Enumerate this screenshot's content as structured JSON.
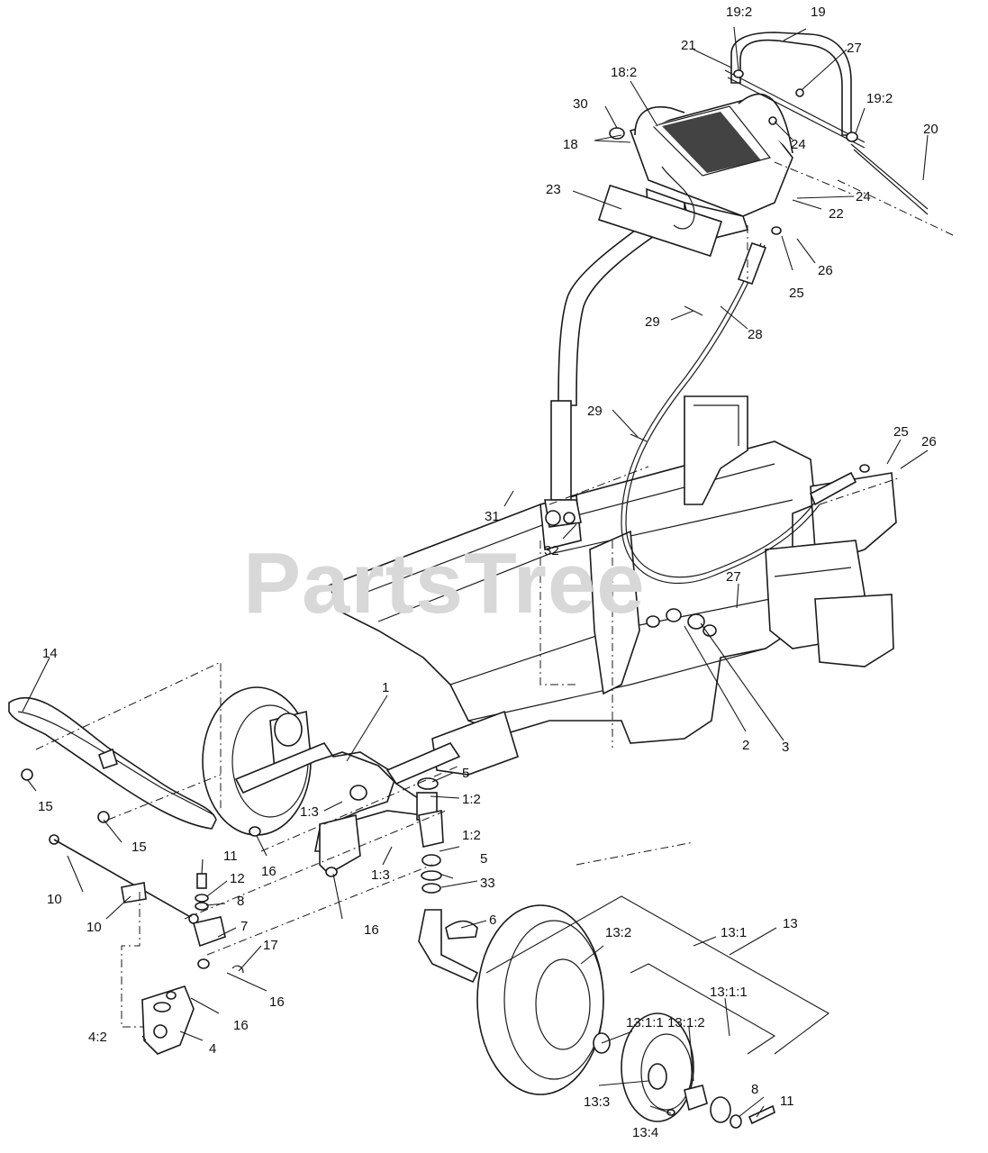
{
  "watermark": "PartsTree",
  "callouts": [
    {
      "id": "c1",
      "label": "1"
    },
    {
      "id": "c1-2a",
      "label": "1:2"
    },
    {
      "id": "c1-2b",
      "label": "1:2"
    },
    {
      "id": "c1-3a",
      "label": "1:3"
    },
    {
      "id": "c1-3b",
      "label": "1:3"
    },
    {
      "id": "c2",
      "label": "2"
    },
    {
      "id": "c3",
      "label": "3"
    },
    {
      "id": "c4",
      "label": "4"
    },
    {
      "id": "c4-2",
      "label": "4:2"
    },
    {
      "id": "c5a",
      "label": "5"
    },
    {
      "id": "c5b",
      "label": "5"
    },
    {
      "id": "c6",
      "label": "6"
    },
    {
      "id": "c7",
      "label": "7"
    },
    {
      "id": "c8a",
      "label": "8"
    },
    {
      "id": "c8b",
      "label": "8"
    },
    {
      "id": "c10a",
      "label": "10"
    },
    {
      "id": "c10b",
      "label": "10"
    },
    {
      "id": "c11a",
      "label": "11"
    },
    {
      "id": "c11b",
      "label": "11"
    },
    {
      "id": "c12",
      "label": "12"
    },
    {
      "id": "c13",
      "label": "13"
    },
    {
      "id": "c13-1",
      "label": "13:1"
    },
    {
      "id": "c13-1-1a",
      "label": "13:1:1"
    },
    {
      "id": "c13-1-1b",
      "label": "13:1:1"
    },
    {
      "id": "c13-1-2",
      "label": "13:1:2"
    },
    {
      "id": "c13-2",
      "label": "13:2"
    },
    {
      "id": "c13-3",
      "label": "13:3"
    },
    {
      "id": "c13-4",
      "label": "13:4"
    },
    {
      "id": "c14",
      "label": "14"
    },
    {
      "id": "c15a",
      "label": "15"
    },
    {
      "id": "c15b",
      "label": "15"
    },
    {
      "id": "c16a",
      "label": "16"
    },
    {
      "id": "c16b",
      "label": "16"
    },
    {
      "id": "c16c",
      "label": "16"
    },
    {
      "id": "c16d",
      "label": "16"
    },
    {
      "id": "c17",
      "label": "17"
    },
    {
      "id": "c18",
      "label": "18"
    },
    {
      "id": "c18-2",
      "label": "18:2"
    },
    {
      "id": "c19",
      "label": "19"
    },
    {
      "id": "c19-2a",
      "label": "19:2"
    },
    {
      "id": "c19-2b",
      "label": "19:2"
    },
    {
      "id": "c20",
      "label": "20"
    },
    {
      "id": "c21",
      "label": "21"
    },
    {
      "id": "c22",
      "label": "22"
    },
    {
      "id": "c23",
      "label": "23"
    },
    {
      "id": "c24a",
      "label": "24"
    },
    {
      "id": "c24b",
      "label": "24"
    },
    {
      "id": "c25a",
      "label": "25"
    },
    {
      "id": "c25b",
      "label": "25"
    },
    {
      "id": "c26a",
      "label": "26"
    },
    {
      "id": "c26b",
      "label": "26"
    },
    {
      "id": "c27a",
      "label": "27"
    },
    {
      "id": "c27b",
      "label": "27"
    },
    {
      "id": "c28",
      "label": "28"
    },
    {
      "id": "c29a",
      "label": "29"
    },
    {
      "id": "c29b",
      "label": "29"
    },
    {
      "id": "c30",
      "label": "30"
    },
    {
      "id": "c31",
      "label": "31"
    },
    {
      "id": "c32",
      "label": "32"
    },
    {
      "id": "c33",
      "label": "33"
    }
  ]
}
